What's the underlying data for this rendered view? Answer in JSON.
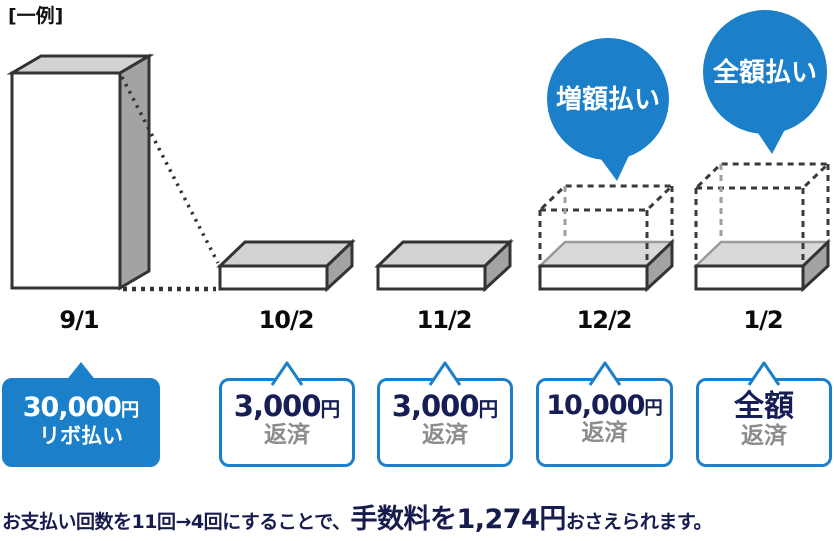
{
  "example_label": "[一例]",
  "dates": [
    "9/1",
    "10/2",
    "11/2",
    "12/2",
    "1/2"
  ],
  "balloons": {
    "increase": "増額払い",
    "full": "全額払い"
  },
  "callouts": [
    {
      "amount": "30,000",
      "suffix": "円",
      "label": "リボ払い"
    },
    {
      "amount": "3,000",
      "suffix": "円",
      "label": "返済"
    },
    {
      "amount": "3,000",
      "suffix": "円",
      "label": "返済"
    },
    {
      "amount": "10,000",
      "suffix": "円",
      "label": "返済"
    },
    {
      "amount": "全額",
      "suffix": "",
      "label": "返済"
    }
  ],
  "footer": {
    "prefix": "お支払い回数を11回→4回にすることで、",
    "highlight": "手数料を1,274円",
    "suffix": "おさえられます。"
  },
  "colors": {
    "blue": "#1c7fc9",
    "navy": "#171e55",
    "gray_label": "#8c8c8c",
    "box_top": "#d2d2d2",
    "box_side": "#a3a3a3",
    "outline": "#333333"
  }
}
